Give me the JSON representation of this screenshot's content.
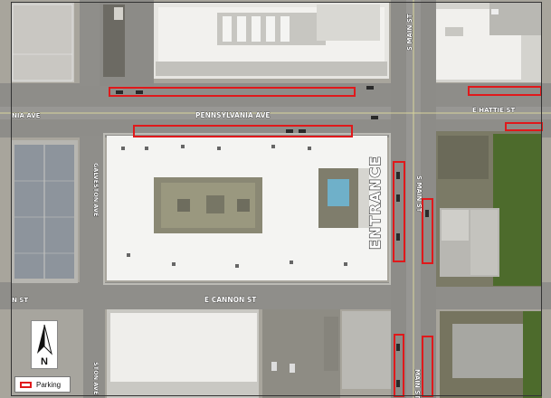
{
  "streets": {
    "pennsylvania_ave": "PENNSYLVANIA AVE",
    "pennsylvania_ave_west": "NIA AVE",
    "e_hattie_st": "E HATTIE ST",
    "s_main_st_north": "S MAIN ST",
    "s_main_st_mid": "S MAIN ST",
    "s_main_st_south": "MAIN ST",
    "galveston_ave_north": "GALVESTON AVE",
    "galveston_ave_south": "STON AVE",
    "e_cannon_st": "E CANNON ST",
    "cannon_st_west": "N ST"
  },
  "entrance_label": "ENTRANCE",
  "north_arrow": {
    "label": "N",
    "icon": "north-arrow-icon"
  },
  "legend": {
    "label": "Parking",
    "color": "#e0191b"
  },
  "colors": {
    "parking_outline": "#e0191b",
    "road": "#9a9a98",
    "roof": "#f3f3f1",
    "grass": "#4d6b2c"
  }
}
